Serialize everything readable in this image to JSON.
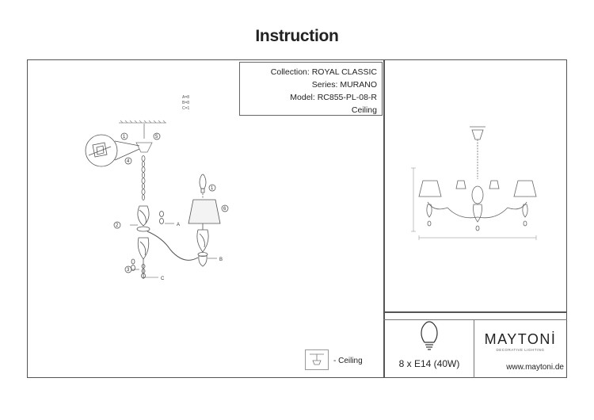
{
  "page": {
    "title": "Instruction"
  },
  "info": {
    "collection": "Collection: ROYAL CLASSIC",
    "series": "Series: MURANO",
    "model": "Model: RC855-PL-08-R",
    "type": "Ceiling"
  },
  "parts_list": [
    "A=8",
    "B=8",
    "C=1"
  ],
  "diagram_labels": {
    "a": "A",
    "b": "B",
    "c": "C",
    "n1": "1",
    "n2": "2",
    "n3": "3",
    "n4": "4",
    "n5": "5",
    "n6": "6"
  },
  "lamp": {
    "spec": "8 x E14 (40W)",
    "icon": "bulb-icon"
  },
  "brand": {
    "name": "MAYTONİ",
    "tagline": "DECORATIVE LIGHTING",
    "website": "www.maytoni.de"
  },
  "mounting": {
    "label": "- Ceiling",
    "icon": "ceiling-mount-icon"
  }
}
